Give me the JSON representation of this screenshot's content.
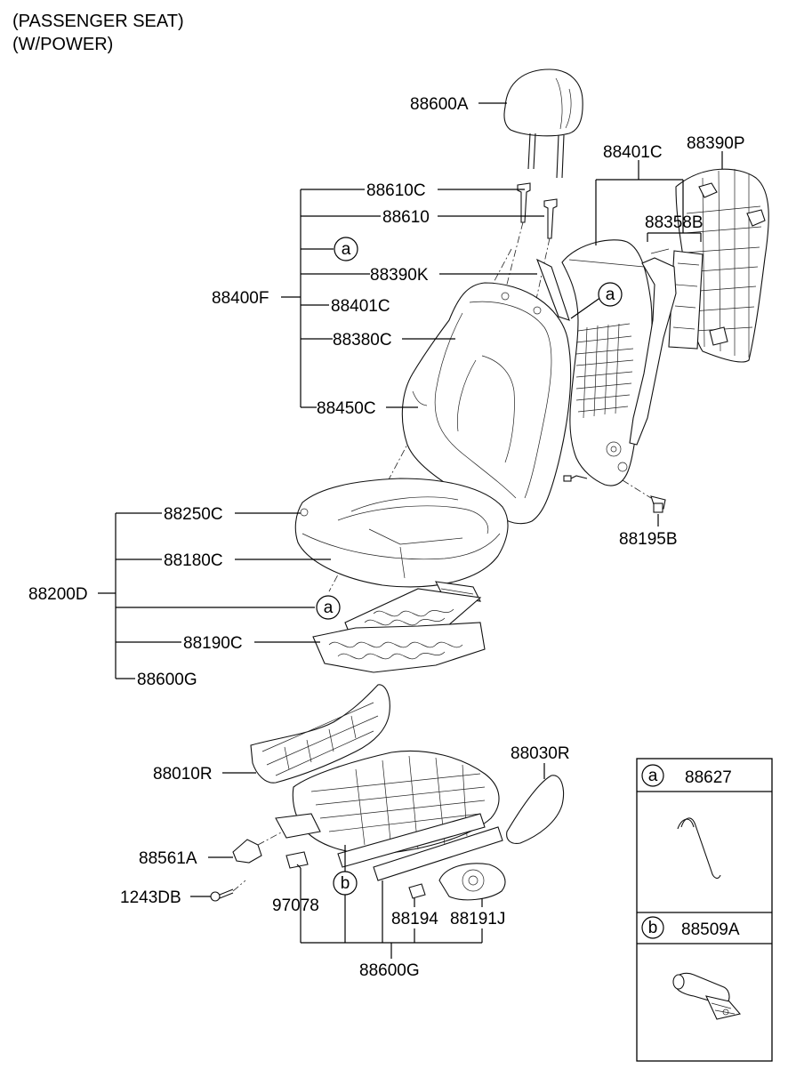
{
  "header": {
    "line1": "(PASSENGER SEAT)",
    "line2": "(W/POWER)"
  },
  "labels": {
    "p88600A": "88600A",
    "p88401C_top": "88401C",
    "p88390P": "88390P",
    "p88610C": "88610C",
    "p88610": "88610",
    "p88358B": "88358B",
    "p88390K": "88390K",
    "p88400F": "88400F",
    "p88401C": "88401C",
    "p88380C": "88380C",
    "p88450C": "88450C",
    "p88195B": "88195B",
    "p88250C": "88250C",
    "p88180C": "88180C",
    "p88200D": "88200D",
    "p88190C": "88190C",
    "p88600G_mid": "88600G",
    "p88010R": "88010R",
    "p88030R": "88030R",
    "p88561A": "88561A",
    "p1243DB": "1243DB",
    "p97078": "97078",
    "p88194": "88194",
    "p88191J": "88191J",
    "p88600G_bot": "88600G"
  },
  "callouts": {
    "a": "a",
    "b": "b"
  },
  "legend": {
    "a_part": "88627",
    "b_part": "88509A"
  }
}
